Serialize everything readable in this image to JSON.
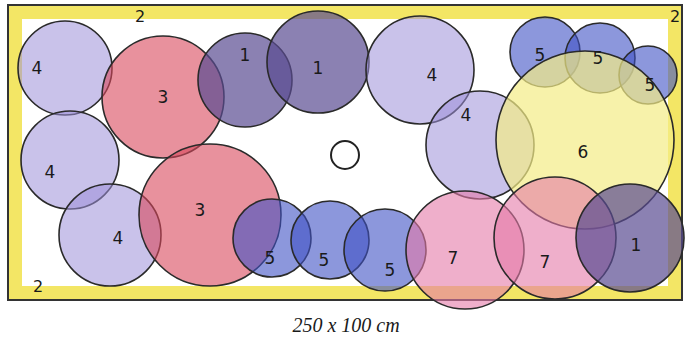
{
  "diagram": {
    "nodes": [
      {
        "text": [
          "4"
        ]
      },
      {
        "text": [
          "3"
        ]
      },
      {
        "text": [
          "1"
        ]
      },
      {
        "text": [
          "1"
        ]
      },
      {
        "text": [
          "4"
        ]
      },
      {
        "text": [
          "5"
        ]
      },
      {
        "text": [
          "5"
        ]
      },
      {
        "text": [
          "5"
        ]
      },
      {
        "text": [
          "4"
        ]
      },
      {
        "text": [
          "4"
        ]
      },
      {
        "text": [
          "6"
        ]
      },
      {
        "text": [
          "4"
        ]
      },
      {
        "text": [
          "3"
        ]
      },
      {
        "text": [
          "5"
        ]
      },
      {
        "text": [
          "5"
        ]
      },
      {
        "text": [
          "5"
        ]
      },
      {
        "text": [
          "7"
        ]
      },
      {
        "text": [
          "7"
        ]
      },
      {
        "text": [
          "1"
        ]
      }
    ],
    "labels": [
      "2",
      "2",
      "2",
      "250 x 100 cm"
    ]
  }
}
